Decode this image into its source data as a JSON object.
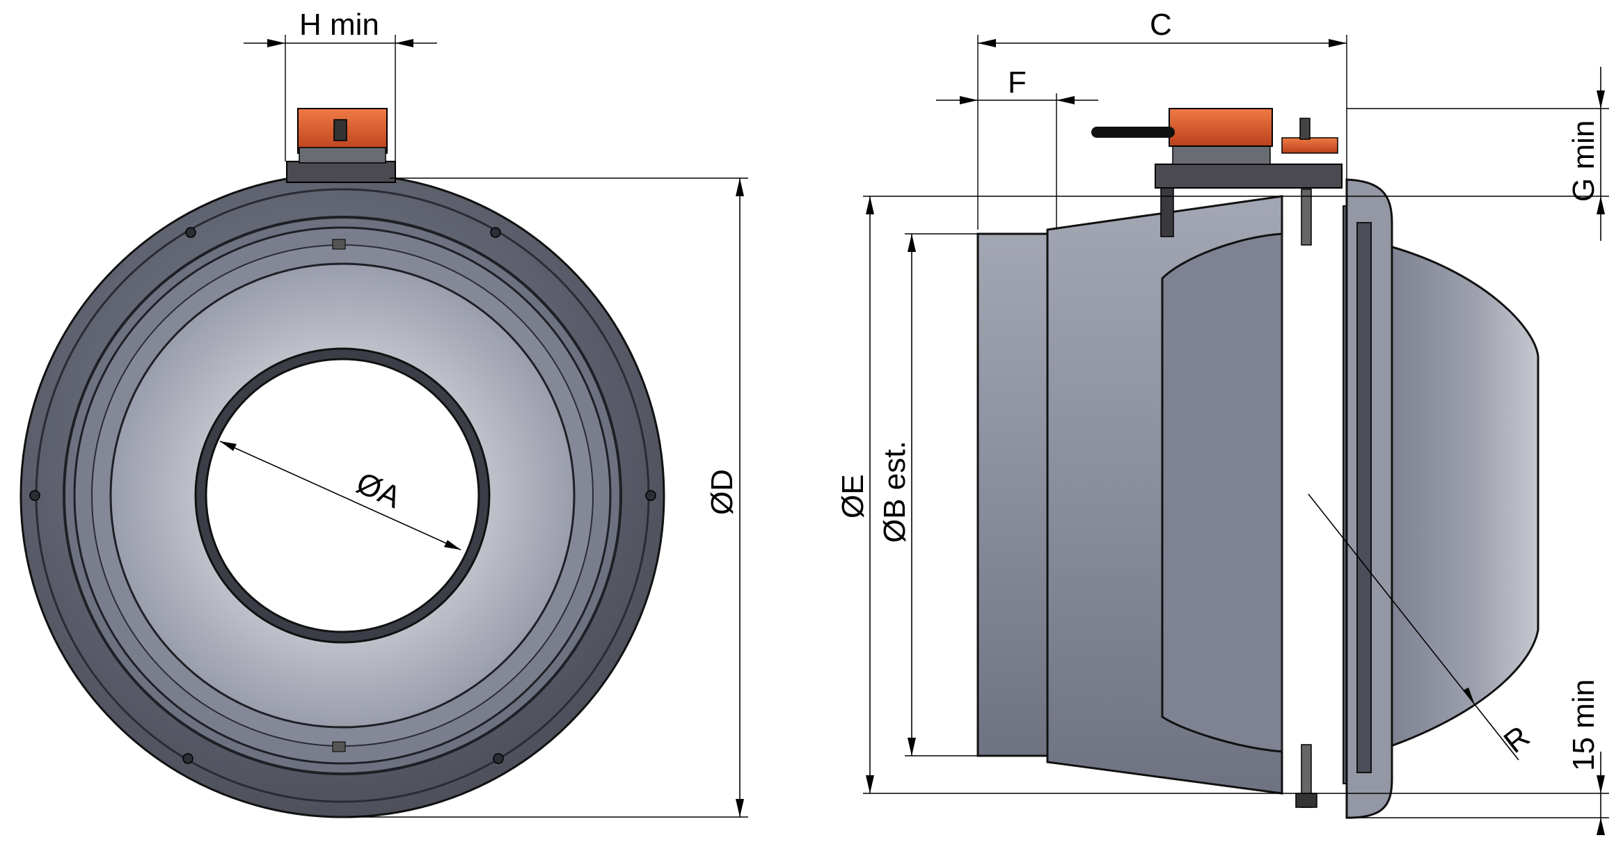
{
  "labels": {
    "h_min": "H min",
    "dia_a": "ØA",
    "dia_d": "ØD",
    "c": "C",
    "f": "F",
    "g_min": "G min",
    "dia_e": "ØE",
    "dia_b_est": "ØB est.",
    "r": "R",
    "min_15": "15 min"
  },
  "colors": {
    "body_dark": "#5f6370",
    "body_mid": "#8b8f9b",
    "body_light": "#c9cbd3",
    "actuator": "#e2572a",
    "bracket": "#3a3a3e"
  }
}
